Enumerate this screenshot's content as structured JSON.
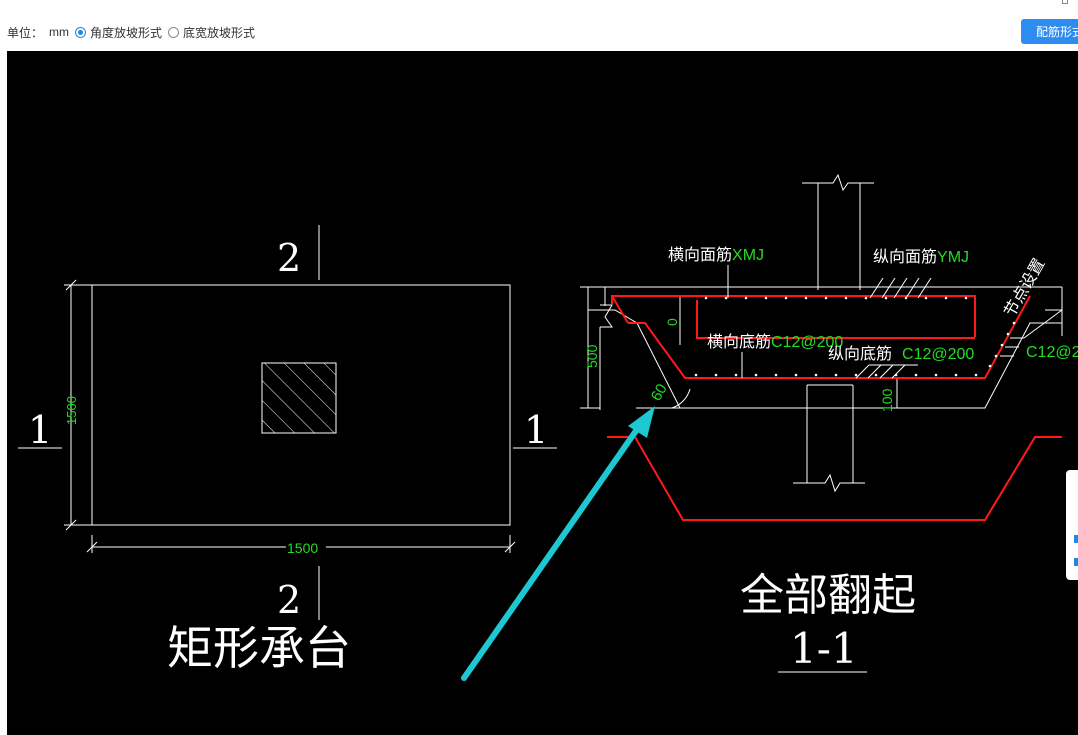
{
  "toolbar": {
    "unit_label": "单位：",
    "unit_value": "mm",
    "option_angle": "角度放坡形式",
    "option_width": "底宽放坡形式",
    "selected": "angle",
    "config_button": "配筋形式"
  },
  "drawing": {
    "plan": {
      "caption": "矩形承台",
      "section_mark_vertical": "2",
      "section_mark_horizontal": "1",
      "dim_width": "1500",
      "dim_height": "1500"
    },
    "section": {
      "caption": "全部翻起",
      "label": "1-1",
      "transverse_top_label": "横向面筋",
      "transverse_top_code": "XMJ",
      "longitudinal_top_label": "纵向面筋",
      "longitudinal_top_code": "YMJ",
      "node_setting": "节点设置",
      "transverse_bottom_label": "横向底筋",
      "transverse_bottom_spec": "C12@200",
      "longitudinal_bottom_label": "纵向底筋",
      "longitudinal_bottom_spec": "C12@200",
      "side_spec": "C12@2",
      "dim_depth": "500",
      "dim_cover": "0",
      "dim_bottom": "100",
      "angle": "60"
    }
  },
  "colors": {
    "background": "#000000",
    "line": "#ffffff",
    "rebar": "#ff1a1a",
    "dimension": "#00dd00",
    "arrow": "#1ec8d2",
    "button": "#2d8cf0"
  }
}
